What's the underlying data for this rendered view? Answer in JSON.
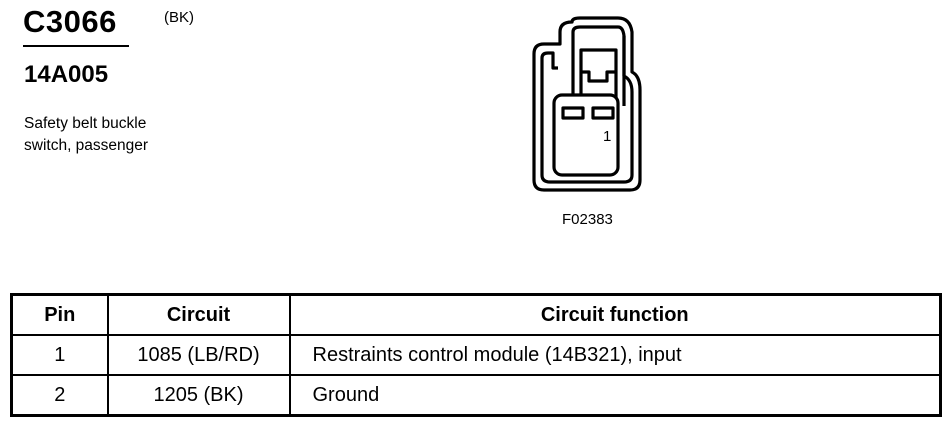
{
  "connector": {
    "id": "C3066",
    "color": "(BK)",
    "part_number": "14A005",
    "description_lines": [
      "Safety belt buckle",
      "switch, passenger"
    ]
  },
  "figure": {
    "pin_label": "1",
    "code": "F02383",
    "icon": "connector-face-view"
  },
  "table": {
    "headers": [
      "Pin",
      "Circuit",
      "Circuit function"
    ],
    "rows": [
      {
        "pin": "1",
        "circuit": "1085 (LB/RD)",
        "function": "Restraints control module (14B321), input"
      },
      {
        "pin": "2",
        "circuit": "1205 (BK)",
        "function": "Ground"
      }
    ]
  }
}
